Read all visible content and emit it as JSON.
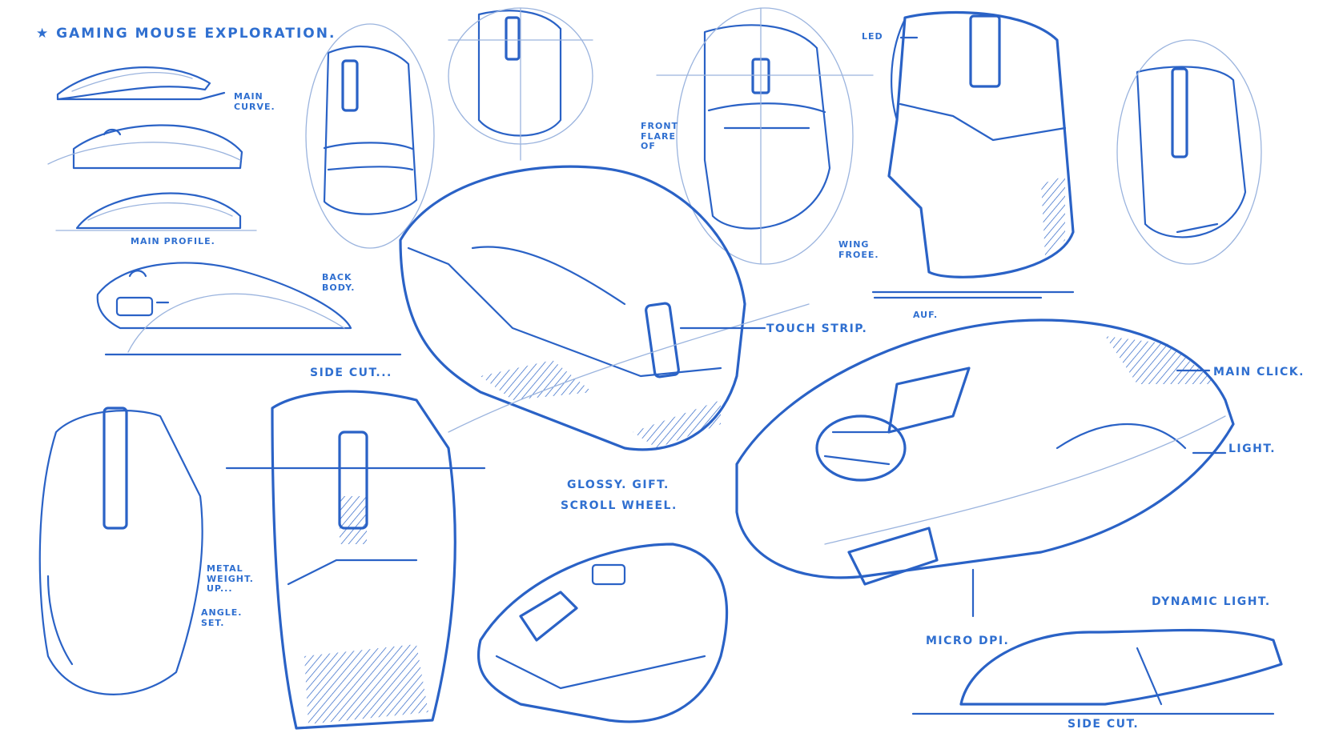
{
  "title": "★ GAMING MOUSE EXPLORATION.",
  "colors": {
    "ink": "#2a62c6",
    "construction": "#9bb4de",
    "paper": "#ffffff"
  },
  "labels": {
    "main_curve": "MAIN\nCURVE.",
    "main_profile": "MAIN PROFILE.",
    "back_body": "BACK\nBODY.",
    "side_cut_left": "SIDE CUT...",
    "front_flare": "FRONT\nFLARE\nOF",
    "led": "LED",
    "wing_froee": "WING\nFROEE.",
    "touch_strip": "TOUCH STRIP.",
    "glossy_gift": "GLOSSY. GIFT.",
    "scroll_wheel": "SCROLL WHEEL.",
    "metal_weight": "METAL\nWEIGHT.\nUP...",
    "angle_set": "ANGLE.\nSET.",
    "auf": "AUF.",
    "main_click": "MAIN CLICK.",
    "light": "LIGHT.",
    "micro_dpi": "MICRO DPI.",
    "dynamic_light": "DYNAMIC LIGHT.",
    "side_cut_right": "SIDE CUT."
  }
}
